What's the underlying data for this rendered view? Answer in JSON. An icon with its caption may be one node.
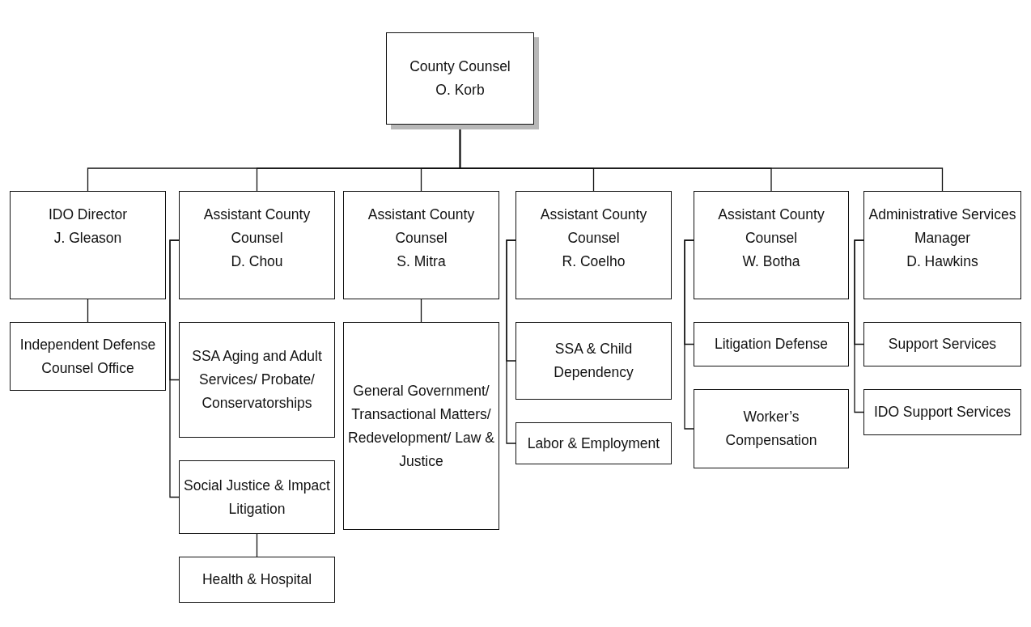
{
  "diagram": {
    "nodes": [
      {
        "text": [
          "County Counsel",
          "O. Korb"
        ]
      },
      {
        "text": [
          "IDO Director",
          "J. Gleason"
        ]
      },
      {
        "text": [
          "Assistant County Counsel",
          "D. Chou"
        ]
      },
      {
        "text": [
          "Assistant County Counsel",
          "S. Mitra"
        ]
      },
      {
        "text": [
          "Assistant County Counsel",
          "R. Coelho"
        ]
      },
      {
        "text": [
          "Assistant County Counsel",
          "W. Botha"
        ]
      },
      {
        "text": [
          "Administrative Services Manager",
          "D. Hawkins"
        ]
      },
      {
        "text": [
          "Independent Defense Counsel Office"
        ]
      },
      {
        "text": [
          "SSA Aging and Adult Services/ Probate/ Conservatorships"
        ]
      },
      {
        "text": [
          "General Government/ Transactional Matters/ Redevelopment/ Law & Justice"
        ]
      },
      {
        "text": [
          "SSA & Child Dependency"
        ]
      },
      {
        "text": [
          "Litigation Defense"
        ]
      },
      {
        "text": [
          "Support Services"
        ]
      },
      {
        "text": [
          "Labor & Employment"
        ]
      },
      {
        "text": [
          "Worker’s Compensation"
        ]
      },
      {
        "text": [
          "IDO Support Services"
        ]
      },
      {
        "text": [
          "Social Justice & Impact Litigation"
        ]
      },
      {
        "text": [
          "Health & Hospital"
        ]
      }
    ],
    "edges": [
      {
        "from": 0,
        "to": 1,
        "arrow": "none"
      },
      {
        "from": 0,
        "to": 2,
        "arrow": "none"
      },
      {
        "from": 0,
        "to": 3,
        "arrow": "none"
      },
      {
        "from": 0,
        "to": 4,
        "arrow": "none"
      },
      {
        "from": 0,
        "to": 5,
        "arrow": "none"
      },
      {
        "from": 0,
        "to": 6,
        "arrow": "none"
      },
      {
        "from": 1,
        "to": 7,
        "arrow": "none"
      },
      {
        "from": 2,
        "to": 8,
        "arrow": "none"
      },
      {
        "from": 2,
        "to": 16,
        "arrow": "none"
      },
      {
        "from": 16,
        "to": 17,
        "arrow": "none"
      },
      {
        "from": 3,
        "to": 9,
        "arrow": "none"
      },
      {
        "from": 4,
        "to": 10,
        "arrow": "none"
      },
      {
        "from": 4,
        "to": 13,
        "arrow": "none"
      },
      {
        "from": 5,
        "to": 11,
        "arrow": "none"
      },
      {
        "from": 5,
        "to": 14,
        "arrow": "none"
      },
      {
        "from": 6,
        "to": 12,
        "arrow": "none"
      },
      {
        "from": 6,
        "to": 15,
        "arrow": "none"
      }
    ]
  }
}
